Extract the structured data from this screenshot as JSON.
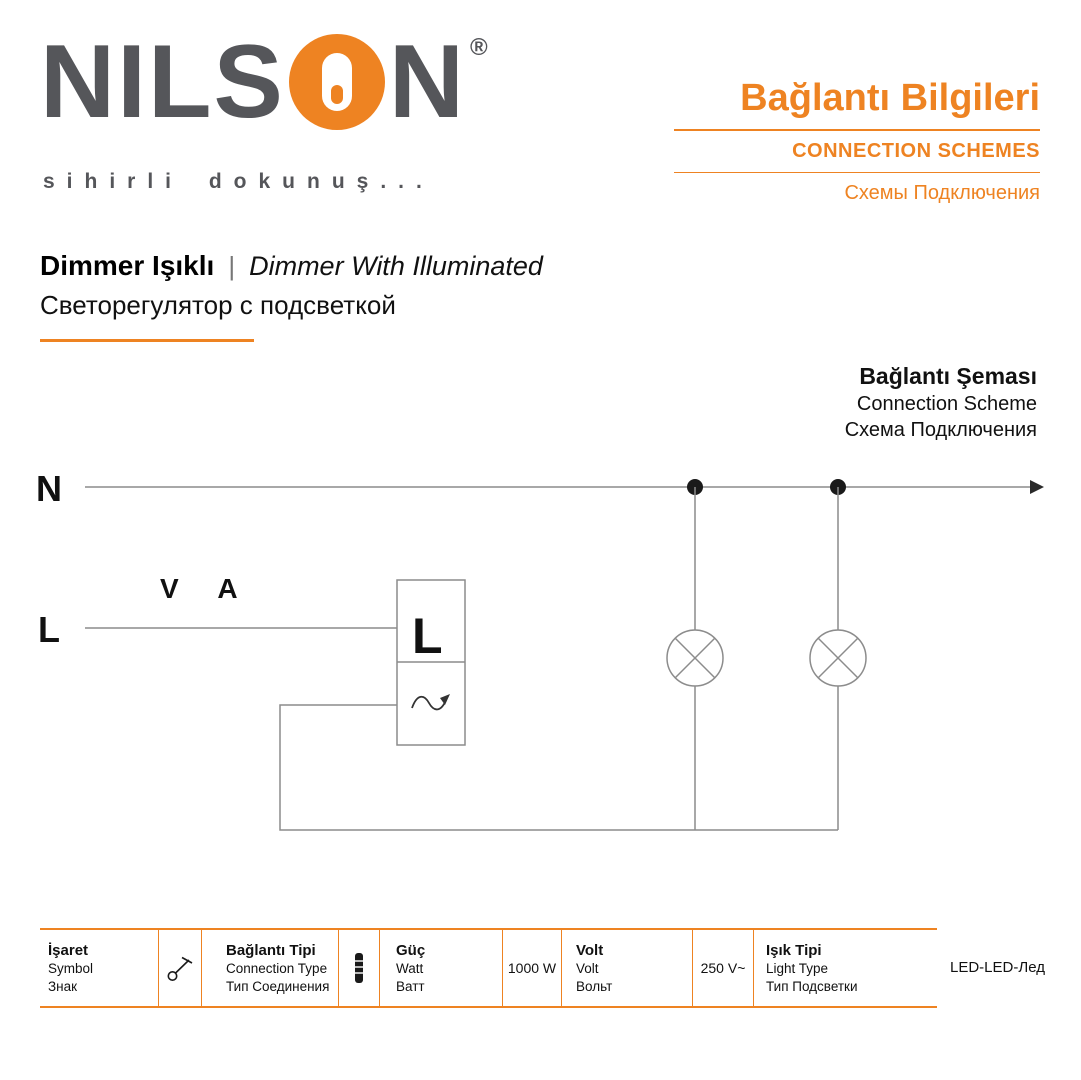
{
  "brand": {
    "logo_text_left": "NILS",
    "logo_text_right": "N",
    "registered_mark": "®",
    "tagline": "sihirli dokunuş...",
    "colors": {
      "orange": "#EE8322",
      "gray": "#55565A"
    }
  },
  "header": {
    "title_tr": "Bağlantı Bilgileri",
    "title_en": "CONNECTION SCHEMES",
    "title_ru": "Схемы Подключения"
  },
  "product": {
    "name_tr": "Dimmer Işıklı",
    "separator": "|",
    "name_en": "Dimmer With Illuminated",
    "name_ru": "Светорегулятор с подсветкой"
  },
  "scheme": {
    "label_tr": "Bağlantı Şeması",
    "label_en": "Connection Scheme",
    "label_ru": "Схема Подключения",
    "wire_n_label": "N",
    "wire_l_label": "L",
    "va_label": "V A",
    "switch_label": "L"
  },
  "legend": {
    "symbol": {
      "tr": "İşaret",
      "en": "Symbol",
      "ru": "Знак"
    },
    "connection_type": {
      "tr": "Bağlantı Tipi",
      "en": "Connection Type",
      "ru": "Тип Соединения"
    },
    "power": {
      "tr": "Güç",
      "en": "Watt",
      "ru": "Ватт",
      "value": "1000 W"
    },
    "volt": {
      "tr": "Volt",
      "en": "Volt",
      "ru": "Вольт",
      "value": "250 V~"
    },
    "light_type": {
      "tr": "Işık Tipi",
      "en": "Light Type",
      "ru": "Тип Подсветки",
      "value": "LED-LED-Лед"
    }
  }
}
